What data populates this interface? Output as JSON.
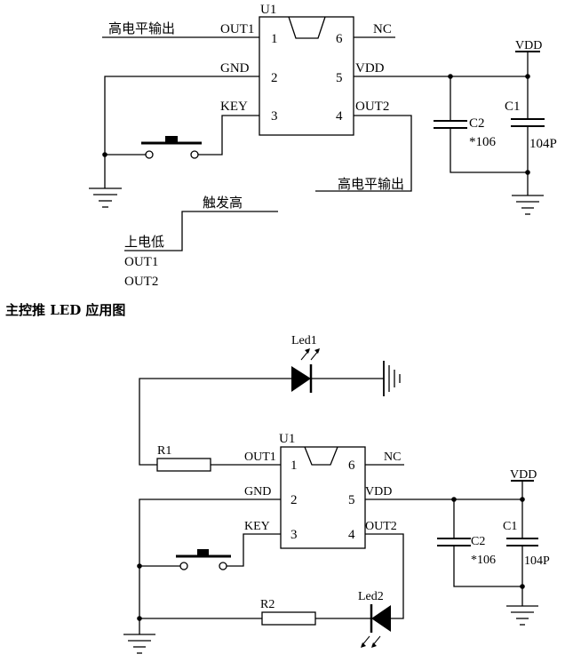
{
  "diagram1": {
    "chip_ref": "U1",
    "pins_left": [
      {
        "num": "1",
        "name": "OUT1"
      },
      {
        "num": "2",
        "name": "GND"
      },
      {
        "num": "3",
        "name": "KEY"
      }
    ],
    "pins_right": [
      {
        "num": "6",
        "name": "NC"
      },
      {
        "num": "5",
        "name": "VDD"
      },
      {
        "num": "4",
        "name": "OUT2"
      }
    ],
    "out1_note": "高电平输出",
    "out2_note": "高电平输出",
    "vdd_label": "VDD",
    "c2_name": "C2",
    "c2_value": "*106",
    "c1_name": "C1",
    "c1_value": "104P",
    "timing": {
      "high_label": "触发高",
      "low_label": "上电低",
      "out1": "OUT1",
      "out2": "OUT2"
    }
  },
  "section_title": "主控推 LED 应用图",
  "diagram2": {
    "chip_ref": "U1",
    "pins_left": [
      {
        "num": "1",
        "name": "OUT1"
      },
      {
        "num": "2",
        "name": "GND"
      },
      {
        "num": "3",
        "name": "KEY"
      }
    ],
    "pins_right": [
      {
        "num": "6",
        "name": "NC"
      },
      {
        "num": "5",
        "name": "VDD"
      },
      {
        "num": "4",
        "name": "OUT2"
      }
    ],
    "led1": "Led1",
    "led2": "Led2",
    "r1": "R1",
    "r2": "R2",
    "vdd_label": "VDD",
    "c2_name": "C2",
    "c2_value": "*106",
    "c1_name": "C1",
    "c1_value": "104P"
  }
}
